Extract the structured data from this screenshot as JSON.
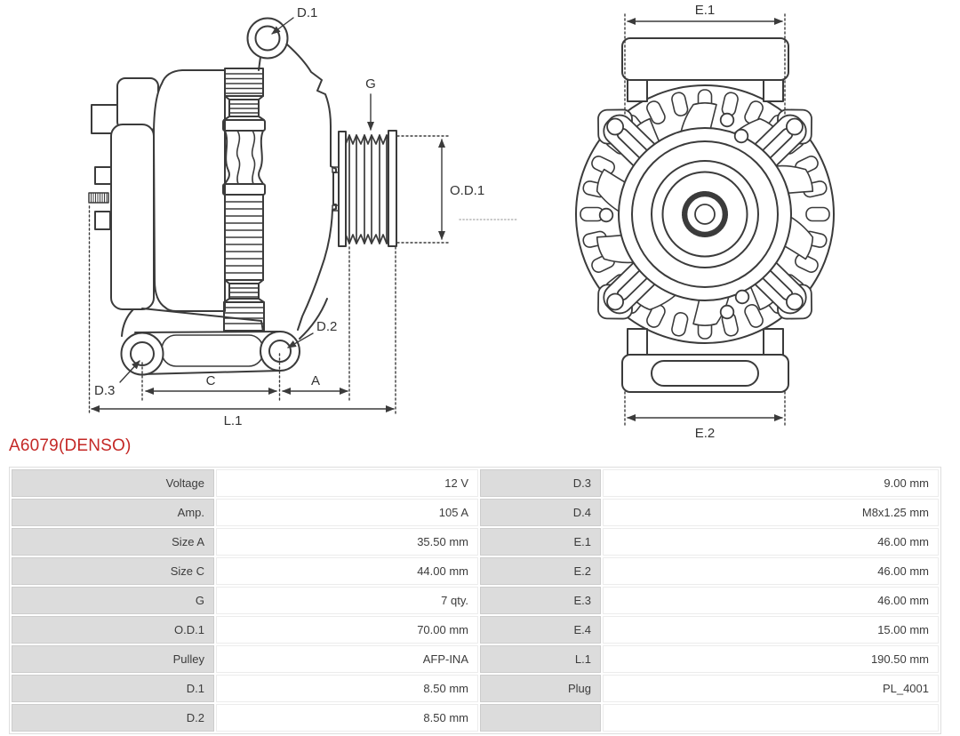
{
  "page": {
    "title": "A6079(DENSO)",
    "accent_color": "#c42826",
    "line_color": "#3b3b3b"
  },
  "diagram": {
    "side_view_labels": {
      "d1": "D.1",
      "g": "G",
      "od1": "O.D.1",
      "d2": "D.2",
      "d3": "D.3",
      "c": "C",
      "a": "A",
      "l1": "L.1"
    },
    "front_view_labels": {
      "e1": "E.1",
      "e2": "E.2"
    }
  },
  "spec_table": {
    "rows": [
      {
        "left_label": "Voltage",
        "left_value": "12 V",
        "right_label": "D.3",
        "right_value": "9.00 mm"
      },
      {
        "left_label": "Amp.",
        "left_value": "105 A",
        "right_label": "D.4",
        "right_value": "M8x1.25 mm"
      },
      {
        "left_label": "Size A",
        "left_value": "35.50 mm",
        "right_label": "E.1",
        "right_value": "46.00 mm"
      },
      {
        "left_label": "Size C",
        "left_value": "44.00 mm",
        "right_label": "E.2",
        "right_value": "46.00 mm"
      },
      {
        "left_label": "G",
        "left_value": "7 qty.",
        "right_label": "E.3",
        "right_value": "46.00 mm"
      },
      {
        "left_label": "O.D.1",
        "left_value": "70.00 mm",
        "right_label": "E.4",
        "right_value": "15.00 mm"
      },
      {
        "left_label": "Pulley",
        "left_value": "AFP-INA",
        "right_label": "L.1",
        "right_value": "190.50 mm"
      },
      {
        "left_label": "D.1",
        "left_value": "8.50 mm",
        "right_label": "Plug",
        "right_value": "PL_4001"
      },
      {
        "left_label": "D.2",
        "left_value": "8.50 mm",
        "right_label": "",
        "right_value": ""
      }
    ]
  }
}
